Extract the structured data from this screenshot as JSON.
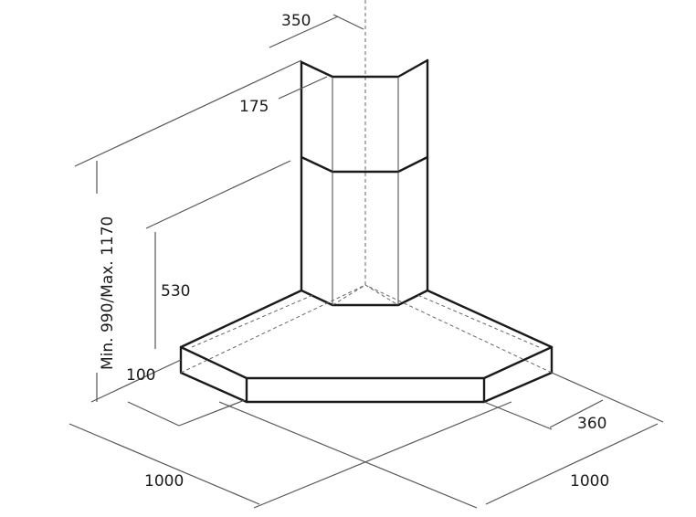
{
  "diagram": {
    "dimensions": {
      "chimney_depth": "350",
      "chimney_front_width": "175",
      "height_range": "Min. 990/Max. 1170",
      "chimney_lower_height": "530",
      "canopy_height": "100",
      "canopy_depth": "360",
      "left_wall_length": "1000",
      "right_wall_length": "1000"
    },
    "colors": {
      "outline": "#1a1a1a",
      "dimension_line": "#555555",
      "hidden_line": "#666666"
    }
  }
}
